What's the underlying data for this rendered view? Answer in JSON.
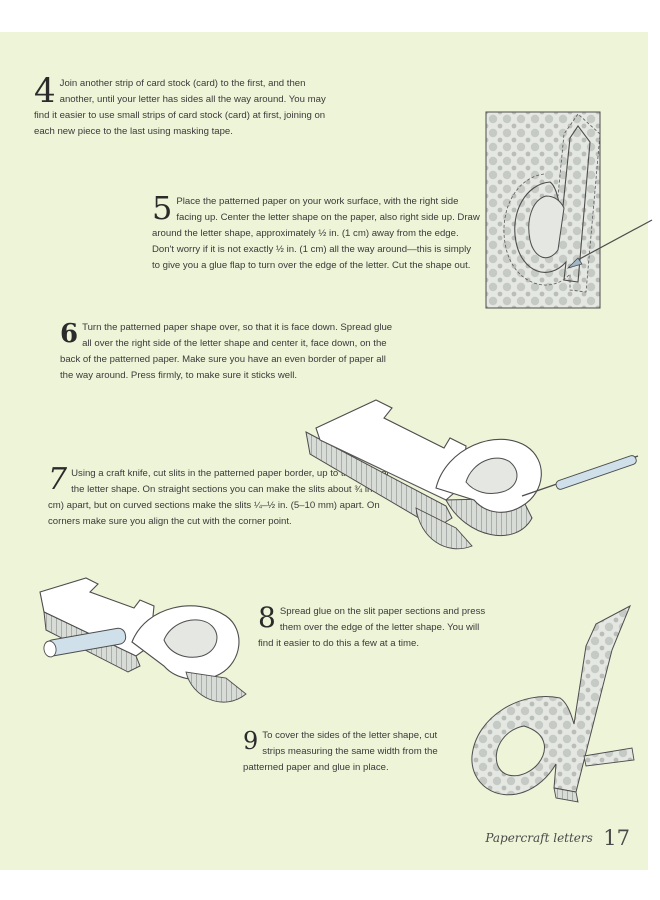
{
  "steps": [
    {
      "number": "4",
      "text": "Join another strip of card stock (card) to the first, and then another, until your letter has sides all the way around. You may find it easier to use small strips of card stock (card) at first, joining on each new piece to the last using masking tape."
    },
    {
      "number": "5",
      "text": "Place the patterned paper on your work surface, with the right side facing up. Center the letter shape on the paper, also right side up. Draw around the letter shape, approximately ½ in. (1 cm) away from the edge. Don't worry if it is not exactly ½ in. (1 cm) all the way around—this is simply to give you a glue flap to turn over the edge of the letter. Cut the shape out."
    },
    {
      "number": "6",
      "text": "Turn the patterned paper shape over, so that it is face down. Spread glue all over the right side of the letter shape and center it, face down, on the back of the patterned paper. Make sure you have an even border of paper all the way around. Press firmly, to make sure it sticks well."
    },
    {
      "number": "7",
      "text": "Using a craft knife, cut slits in the patterned paper border, up to the edge of the letter shape. On straight sections you can make the slits about ¾ in. (2 cm) apart, but on curved sections make the slits ¼–½ in. (5–10 mm) apart. On corners make sure you align the cut with the corner point."
    },
    {
      "number": "8",
      "text": "Spread glue on the slit paper sections and press them over the edge of the letter shape. You will find it easier to do this a few at a time."
    },
    {
      "number": "9",
      "text": "To cover the sides of the letter shape, cut strips measuring the same width from the patterned paper and glue in place."
    }
  ],
  "footer": {
    "section_title": "Papercraft letters",
    "page_number": "17"
  },
  "colors": {
    "background": "#eef4d8",
    "text": "#3a3a3a",
    "pattern": "#c9cdc9"
  }
}
